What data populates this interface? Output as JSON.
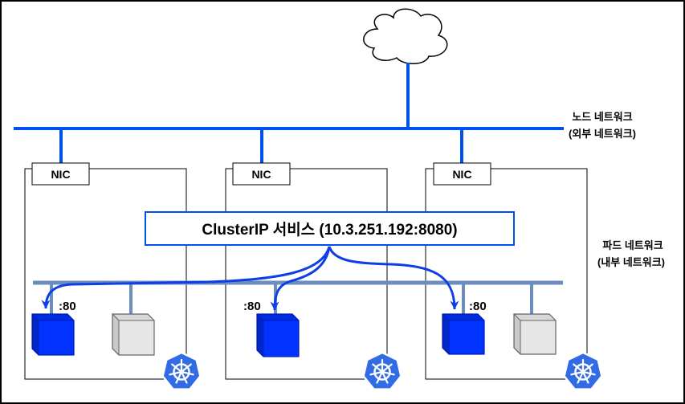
{
  "diagram": {
    "node_network": {
      "label": "노드 네트워크",
      "sublabel": "(외부 네트워크)"
    },
    "pod_network": {
      "label": "파드 네트워크",
      "sublabel": "(내부 네트워크)"
    },
    "service": {
      "label": "ClusterIP 서비스 (10.3.251.192:8080)"
    },
    "nodes": [
      {
        "nic": "NIC",
        "pods": [
          {
            "port_label": ":80",
            "color": "#0033ff"
          },
          {
            "color": "#e6e6e6"
          }
        ]
      },
      {
        "nic": "NIC",
        "pods": [
          {
            "port_label": ":80",
            "color": "#0033ff"
          }
        ]
      },
      {
        "nic": "NIC",
        "pods": [
          {
            "port_label": ":80",
            "color": "#0033ff"
          },
          {
            "color": "#e6e6e6"
          }
        ]
      }
    ]
  },
  "icons": {
    "internet": "cloud-icon",
    "node_badge": "kubernetes-icon",
    "pod": "cube-icon"
  },
  "colors": {
    "node_network": "#0050ef",
    "pod_network": "#6c8ebf",
    "service_border": "#0050ef",
    "traffic_arrow": "#0d3ee6",
    "target_pod": "#0033ff",
    "target_pod_stroke": "#001dbc",
    "other_pod": "#e6e6e6",
    "other_pod_stroke": "#666666",
    "kubernetes": "#326ce5"
  }
}
